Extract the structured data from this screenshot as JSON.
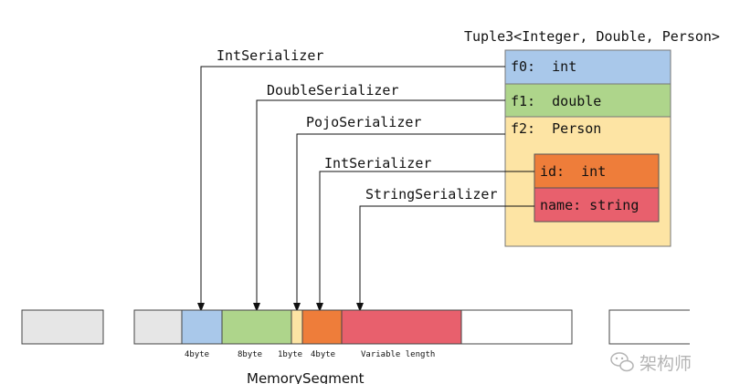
{
  "tuple": {
    "title": "Tuple3<Integer, Double, Person>",
    "fields": [
      {
        "label": "f0:  int",
        "color": "#a9c8ea"
      },
      {
        "label": "f1:  double",
        "color": "#aed58b"
      },
      {
        "label": "f2:  Person",
        "color": "#fde4a4"
      }
    ],
    "person_fields": [
      {
        "label": "id:  int",
        "color": "#ee7d3a"
      },
      {
        "label": "name: string",
        "color": "#e8606d"
      }
    ]
  },
  "serializers": [
    {
      "label": "IntSerializer"
    },
    {
      "label": "DoubleSerializer"
    },
    {
      "label": "PojoSerializer"
    },
    {
      "label": "IntSerializer"
    },
    {
      "label": "StringSerializer"
    }
  ],
  "segment": {
    "label": "MemorySegment",
    "byte_labels": [
      "4byte",
      "8byte",
      "1byte",
      "4byte",
      "Variable length"
    ],
    "block_colors": [
      "#a9c8ea",
      "#aed58b",
      "#fde4a4",
      "#ee7d3a",
      "#e8606d"
    ],
    "empty_color": "#e6e6e6"
  },
  "watermark": {
    "text": "架构师"
  }
}
